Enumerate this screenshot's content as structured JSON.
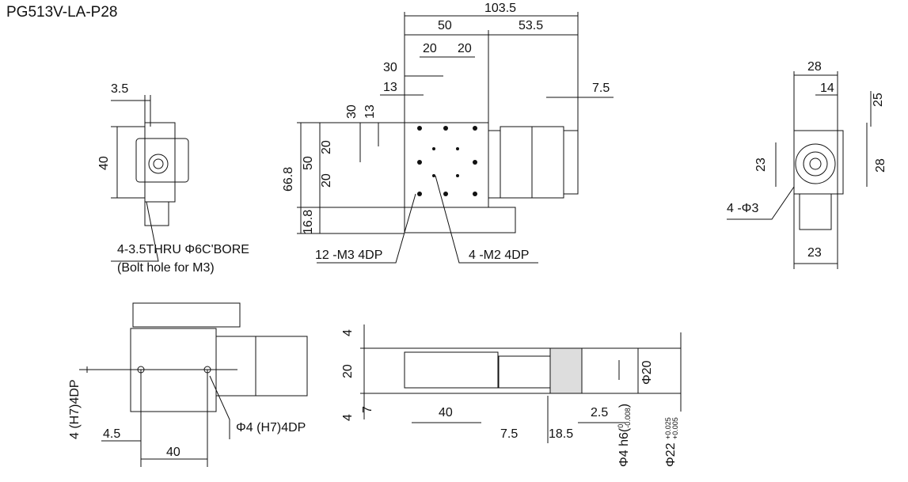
{
  "title": "PG513V-LA-P28",
  "top_view": {
    "dims": [
      "103.5",
      "50",
      "53.5",
      "20",
      "20",
      "30",
      "13",
      "7.5"
    ],
    "vdims": [
      "30",
      "13",
      "20",
      "50",
      "20",
      "66.8",
      "16.8"
    ],
    "callouts": [
      "12 -M3 4DP",
      "4 -M2 4DP"
    ]
  },
  "left_view": {
    "dims": [
      "3.5",
      "40"
    ],
    "note1": "4-3.5THRU Φ6C'BORE",
    "note2": "(Bolt hole for M3)"
  },
  "right_view": {
    "dims": [
      "28",
      "14",
      "25",
      "23",
      "28",
      "23"
    ],
    "callout": "4 -Φ3"
  },
  "bottom_left_view": {
    "dims": [
      "4 (H7)4DP",
      "4.5",
      "40"
    ],
    "callout": "Φ4 (H7)4DP"
  },
  "bottom_side_view": {
    "dims": [
      "4",
      "20",
      "4",
      "7",
      "40",
      "7.5",
      "18.5",
      "2.5"
    ],
    "shaft": "Φ4 h6",
    "shaft_tol_upper": "0",
    "shaft_tol_lower": "-0.008",
    "bore": "Φ20",
    "flange": "Φ22",
    "flange_tol_upper": "+0.025",
    "flange_tol_lower": "+0.005"
  }
}
